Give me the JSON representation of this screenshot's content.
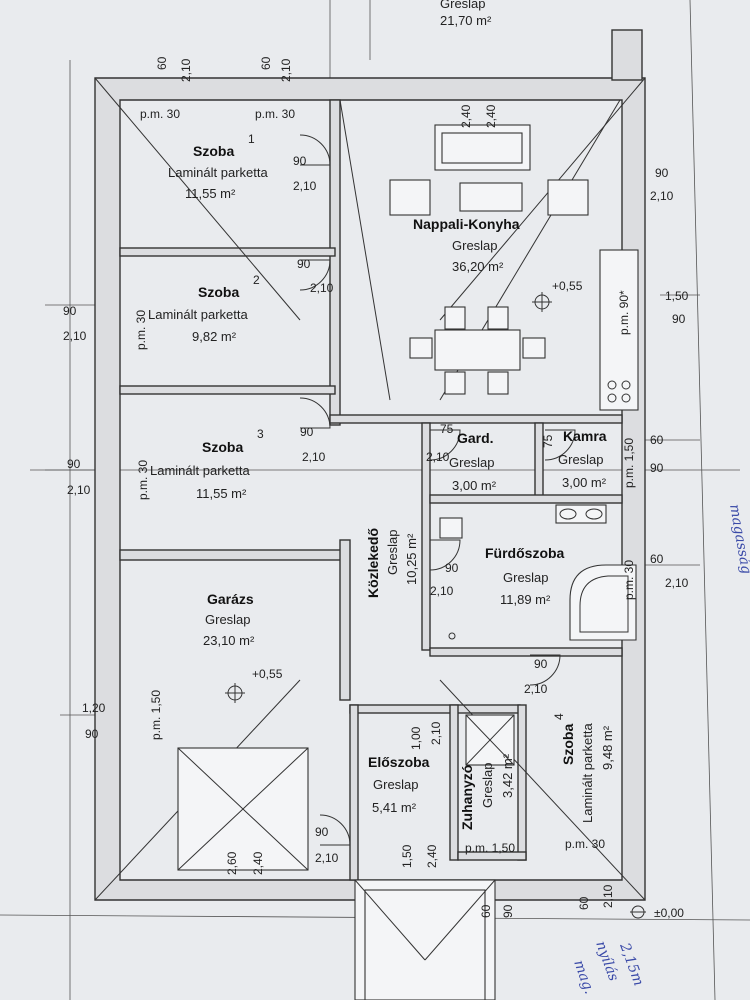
{
  "top_area": "21,70 m²",
  "top_material": "Greslap",
  "rooms": {
    "szoba1": {
      "name": "Szoba",
      "num": "1",
      "material": "Laminált parketta",
      "area": "11,55 m²"
    },
    "nappali": {
      "name": "Nappali-Konyha",
      "material": "Greslap",
      "area": "36,20 m²",
      "level": "+0,55"
    },
    "szoba2": {
      "name": "Szoba",
      "num": "2",
      "material": "Laminált parketta",
      "area": "9,82 m²"
    },
    "szoba3": {
      "name": "Szoba",
      "num": "3",
      "material": "Laminált parketta",
      "area": "11,55 m²"
    },
    "gard": {
      "name": "Gard.",
      "material": "Greslap",
      "area": "3,00 m²"
    },
    "kamra": {
      "name": "Kamra",
      "material": "Greslap",
      "area": "3,00 m²"
    },
    "kozlekedo": {
      "name": "Közlekedő",
      "material": "Greslap",
      "area": "10,25 m²"
    },
    "furdo": {
      "name": "Fürdőszoba",
      "material": "Greslap",
      "area": "11,89 m²"
    },
    "garazs": {
      "name": "Garázs",
      "material": "Greslap",
      "area": "23,10 m²",
      "level": "+0,55"
    },
    "eloszoba": {
      "name": "Előszoba",
      "material": "Greslap",
      "area": "5,41 m²"
    },
    "zuhanyzo": {
      "name": "Zuhanyzó",
      "material": "Greslap",
      "area": "3,42 m²"
    },
    "szoba4": {
      "name": "Szoba",
      "num": "4",
      "material": "Laminált parketta",
      "area": "9,48 m²"
    }
  },
  "dims": {
    "d60": "60",
    "d210": "2,10",
    "pm30": "p.m. 30",
    "d90": "90",
    "pm150": "p.m. 1,50",
    "d240": "2,40",
    "d120": "1,20",
    "d150": "1,50",
    "d260": "2,60",
    "d100": "1,00",
    "d75": "75",
    "pm90": "p.m. 90*",
    "zero": "±0,00"
  },
  "notes": {
    "side": "magasság",
    "bottom1": "2,15m",
    "bottom2": "nyílás",
    "bottom3": "mag."
  }
}
